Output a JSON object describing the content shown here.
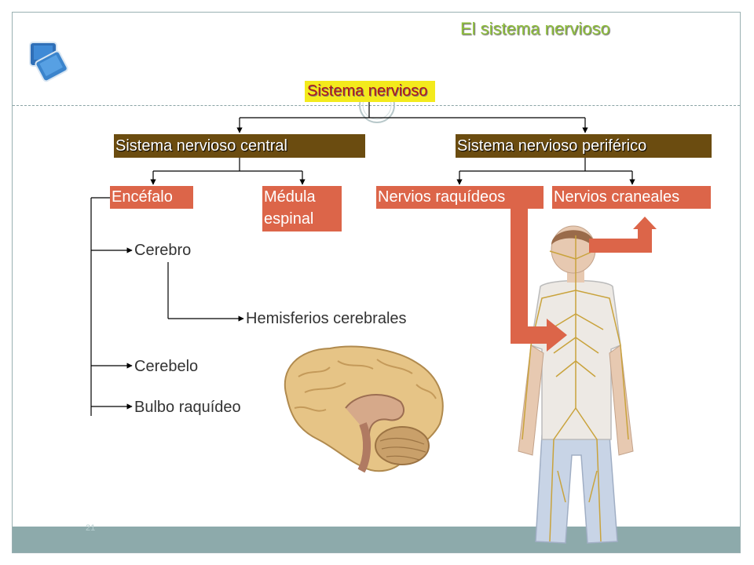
{
  "slide": {
    "title": "El sistema nervioso",
    "page_number": "21"
  },
  "diagram": {
    "root": "Sistema nervioso",
    "central": "Sistema nervioso central",
    "peripheral": "Sistema nervioso periférico",
    "central_children": [
      "Encéfalo",
      "Médula espinal"
    ],
    "peripheral_children": [
      "Nervios raquídeos",
      "Nervios craneales"
    ],
    "encephalon_parts": [
      "Cerebro",
      "Cerebelo",
      "Bulbo raquídeo"
    ],
    "cerebrum_parts": [
      "Hemisferios cerebrales"
    ]
  },
  "colors": {
    "root_fill": "#f3ea1c",
    "root_text": "#b01818",
    "level1_fill": "#6b4c10",
    "level2_fill": "#dc6549",
    "title_text": "#8fbf3c",
    "footer_band": "#8daaab"
  },
  "icons": [
    "monitor-icon"
  ]
}
